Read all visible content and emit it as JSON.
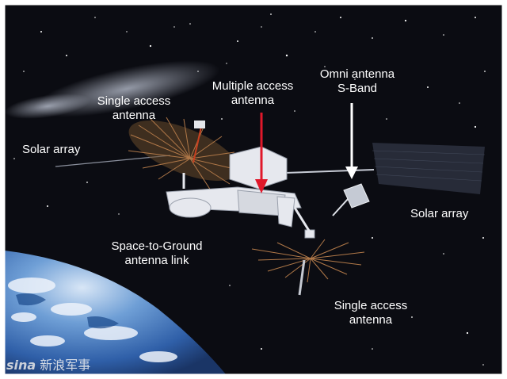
{
  "labels": {
    "single_access_top": "Single access\nantenna",
    "multiple_access": "Multiple access\nantenna",
    "omni": "Omni antenna\nS-Band",
    "solar_left": "Solar array",
    "solar_right": "Solar array",
    "space_to_ground": "Space-to-Ground\nantenna link",
    "single_access_bottom": "Single access\nantenna"
  },
  "watermark": {
    "logo": "sina",
    "text": "新浪军事"
  },
  "colors": {
    "space": "#0b0c12",
    "label": "#ffffff",
    "arrow_red": "#e0182a",
    "arrow_white": "#ffffff",
    "earth": "#3c78c8",
    "dish": "#a07040"
  }
}
